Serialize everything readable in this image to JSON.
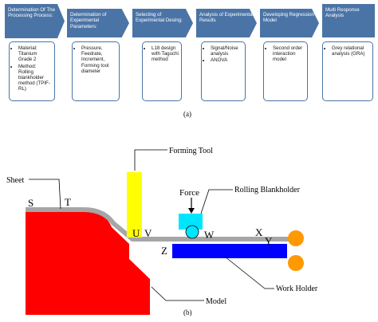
{
  "steps": [
    {
      "title": "Determination Of The Processing Process:",
      "items": [
        "Material: Titanium Grade 2",
        "Method: Rolling blankholder method (TPIF-RL)"
      ]
    },
    {
      "title": "Determination of Experimental Parameters:",
      "items": [
        "Pressure, Feedrate, Increment, Forming tool diameter"
      ]
    },
    {
      "title": "Selecting of Experimental Desing:",
      "items": [
        "L18 design with Taguchi method"
      ]
    },
    {
      "title": "Analysis of Experimental Results",
      "items": [
        "Signal/Noise analysis",
        "ANOVA"
      ]
    },
    {
      "title": "Developing Regression Model",
      "items": [
        "Second order interaction model"
      ]
    },
    {
      "title": "Multi Response Analysis",
      "items": [
        "Grey relational analysis (GRA)"
      ]
    }
  ],
  "caption_a": "(a)",
  "caption_b": "(b)",
  "diagram": {
    "labels": {
      "forming_tool": "Forming Tool",
      "force": "Force",
      "rolling_blankholder": "Rolling Blankholder",
      "sheet": "Sheet",
      "work_holder": "Work Holder",
      "model": "Model"
    },
    "points": {
      "S": "S",
      "T": "T",
      "U": "U",
      "V": "V",
      "W": "W",
      "X": "X",
      "Y": "Y",
      "Z": "Z"
    },
    "colors": {
      "model": "#ff0000",
      "sheet": "#a6a6a6",
      "forming_tool": "#ffff00",
      "blankholder": "#00e5ff",
      "work_holder": "#0000ff",
      "rollers": "#ff9900"
    }
  }
}
